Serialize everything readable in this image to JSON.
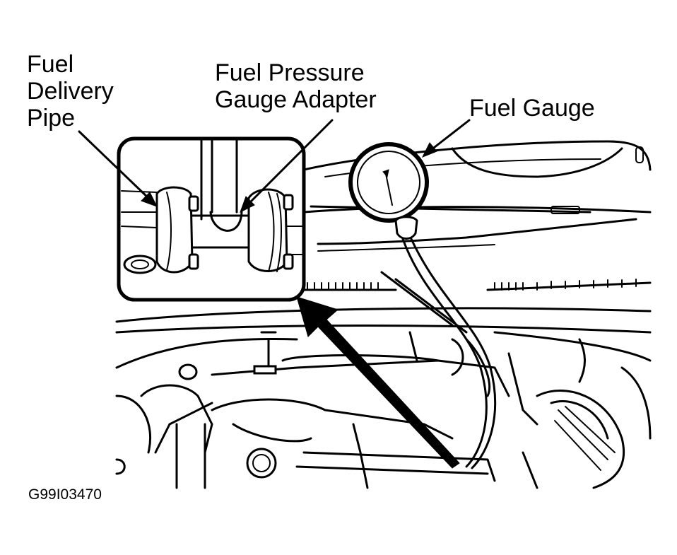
{
  "figure": {
    "code": "G99I03470",
    "labels": {
      "fuel_delivery_pipe": [
        "Fuel",
        "Delivery",
        "Pipe"
      ],
      "fuel_pressure_gauge_adapter": [
        "Fuel Pressure",
        "Gauge Adapter"
      ],
      "fuel_gauge": "Fuel Gauge"
    }
  }
}
